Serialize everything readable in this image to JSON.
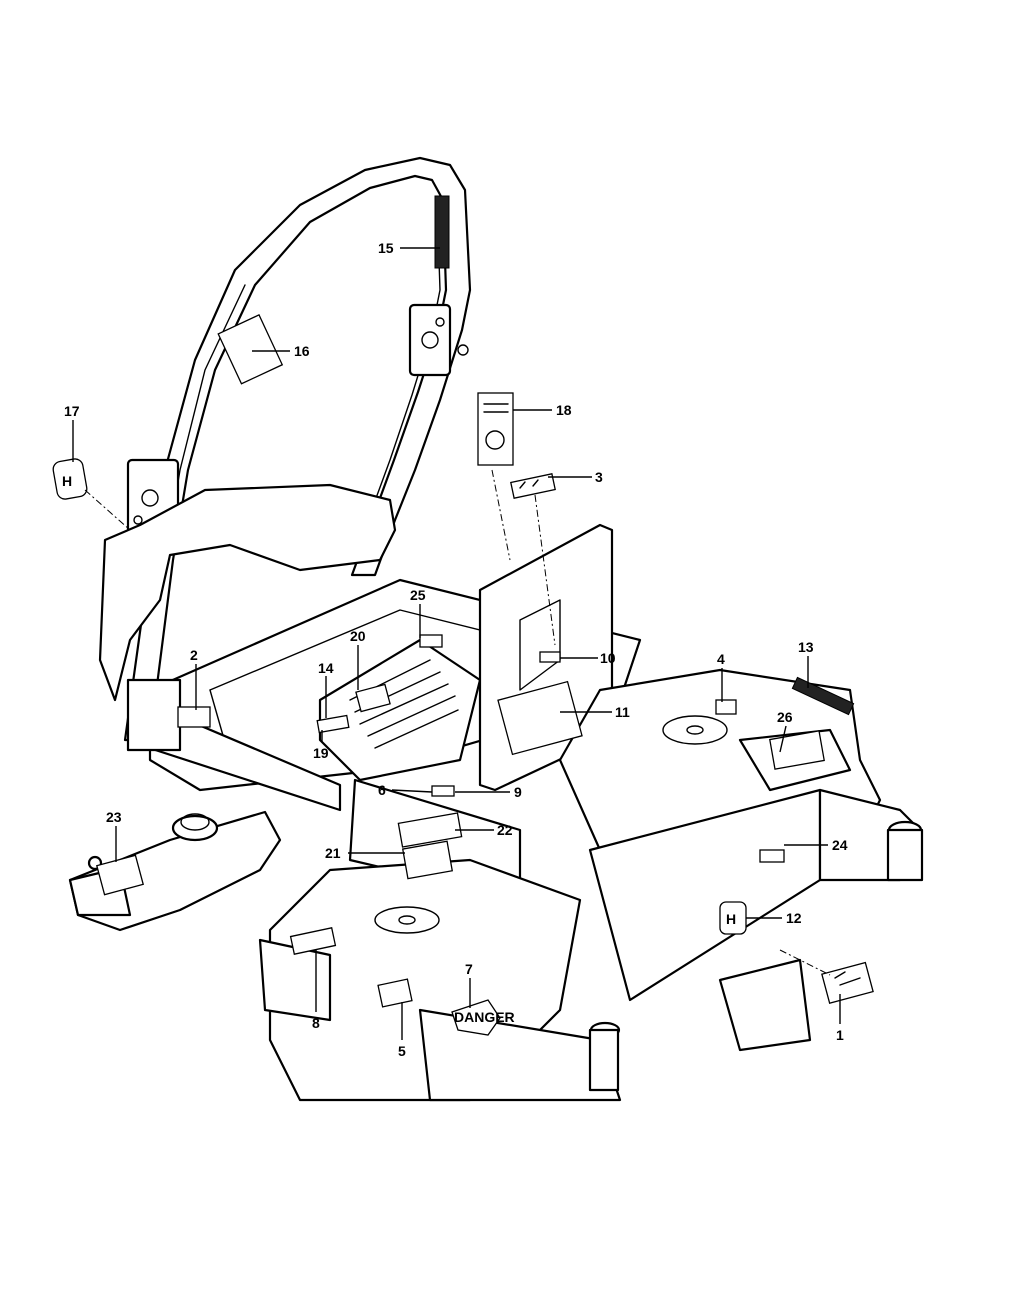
{
  "callouts": [
    {
      "id": "c1",
      "label": "1"
    },
    {
      "id": "c2",
      "label": "2"
    },
    {
      "id": "c3",
      "label": "3"
    },
    {
      "id": "c4",
      "label": "4"
    },
    {
      "id": "c5",
      "label": "5"
    },
    {
      "id": "c6",
      "label": "6"
    },
    {
      "id": "c7",
      "label": "7"
    },
    {
      "id": "c8",
      "label": "8"
    },
    {
      "id": "c9",
      "label": "9"
    },
    {
      "id": "c10",
      "label": "10"
    },
    {
      "id": "c11",
      "label": "11"
    },
    {
      "id": "c12",
      "label": "12"
    },
    {
      "id": "c13",
      "label": "13"
    },
    {
      "id": "c14",
      "label": "14"
    },
    {
      "id": "c15",
      "label": "15"
    },
    {
      "id": "c16",
      "label": "16"
    },
    {
      "id": "c17",
      "label": "17"
    },
    {
      "id": "c18",
      "label": "18"
    },
    {
      "id": "c19",
      "label": "19"
    },
    {
      "id": "c20",
      "label": "20"
    },
    {
      "id": "c21",
      "label": "21"
    },
    {
      "id": "c22",
      "label": "22"
    },
    {
      "id": "c23",
      "label": "23"
    },
    {
      "id": "c24",
      "label": "24"
    },
    {
      "id": "c25",
      "label": "25"
    },
    {
      "id": "c26",
      "label": "26"
    }
  ],
  "decal_text": {
    "danger": "DANGER"
  },
  "icons": [
    "husqvarna-logo-icon",
    "warning-triangle-icon"
  ]
}
